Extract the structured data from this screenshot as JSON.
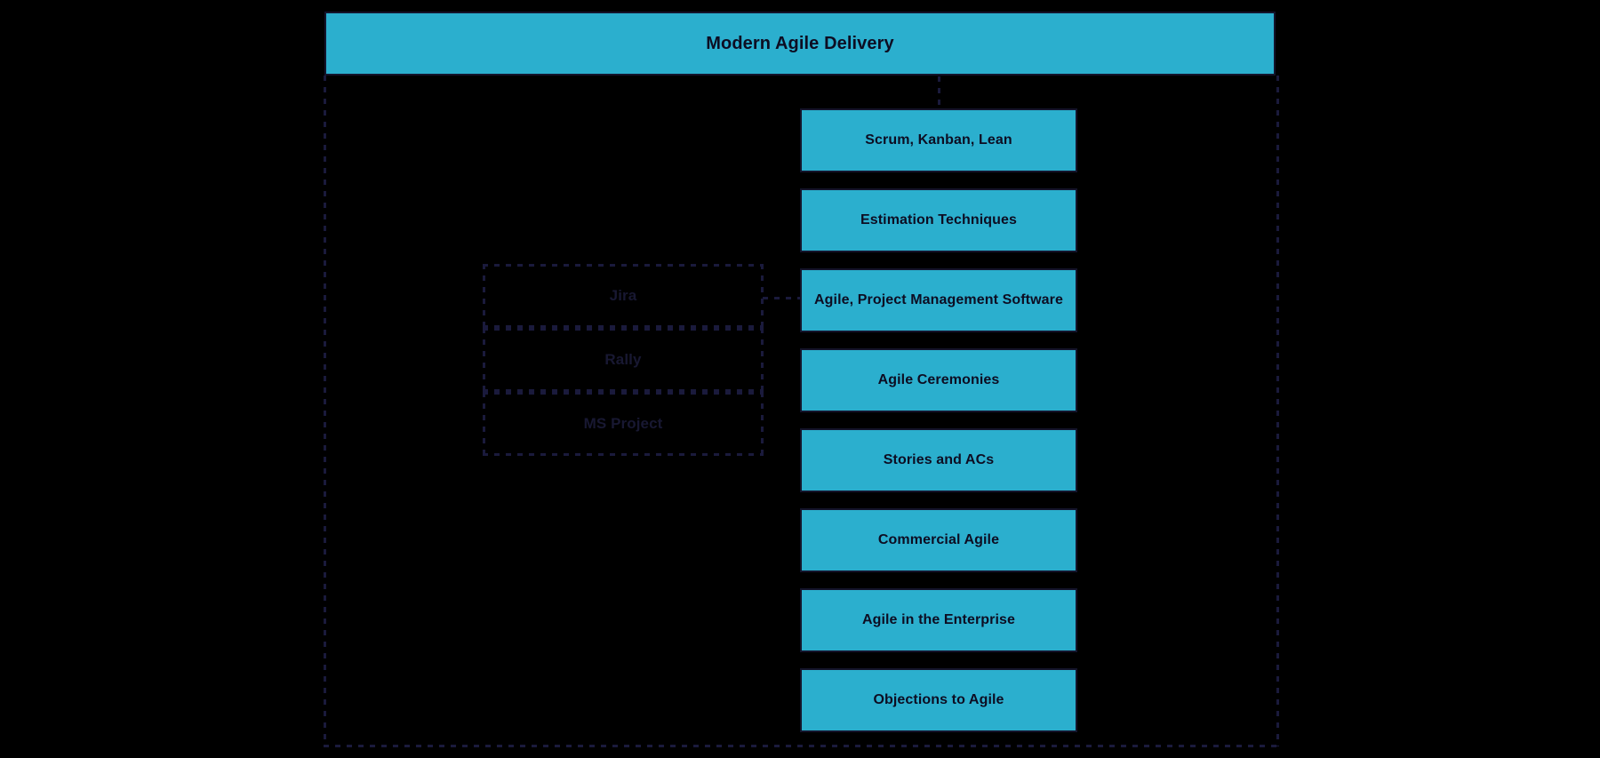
{
  "diagram": {
    "title": "Modern Agile Delivery",
    "accent_color": "#2BAFCE",
    "line_color": "#1a1a3c",
    "text_color": "#0d0d22",
    "background_color": "#000000"
  },
  "header": {
    "label": "Modern Agile Delivery"
  },
  "topics": [
    {
      "label": "Scrum, Kanban, Lean"
    },
    {
      "label": "Estimation Techniques"
    },
    {
      "label": "Agile, Project Management Software"
    },
    {
      "label": "Agile Ceremonies"
    },
    {
      "label": "Stories and ACs"
    },
    {
      "label": "Commercial Agile"
    },
    {
      "label": "Agile in the Enterprise"
    },
    {
      "label": "Objections to Agile"
    }
  ],
  "tools": [
    {
      "label": "Jira"
    },
    {
      "label": "Rally"
    },
    {
      "label": "MS Project"
    }
  ]
}
